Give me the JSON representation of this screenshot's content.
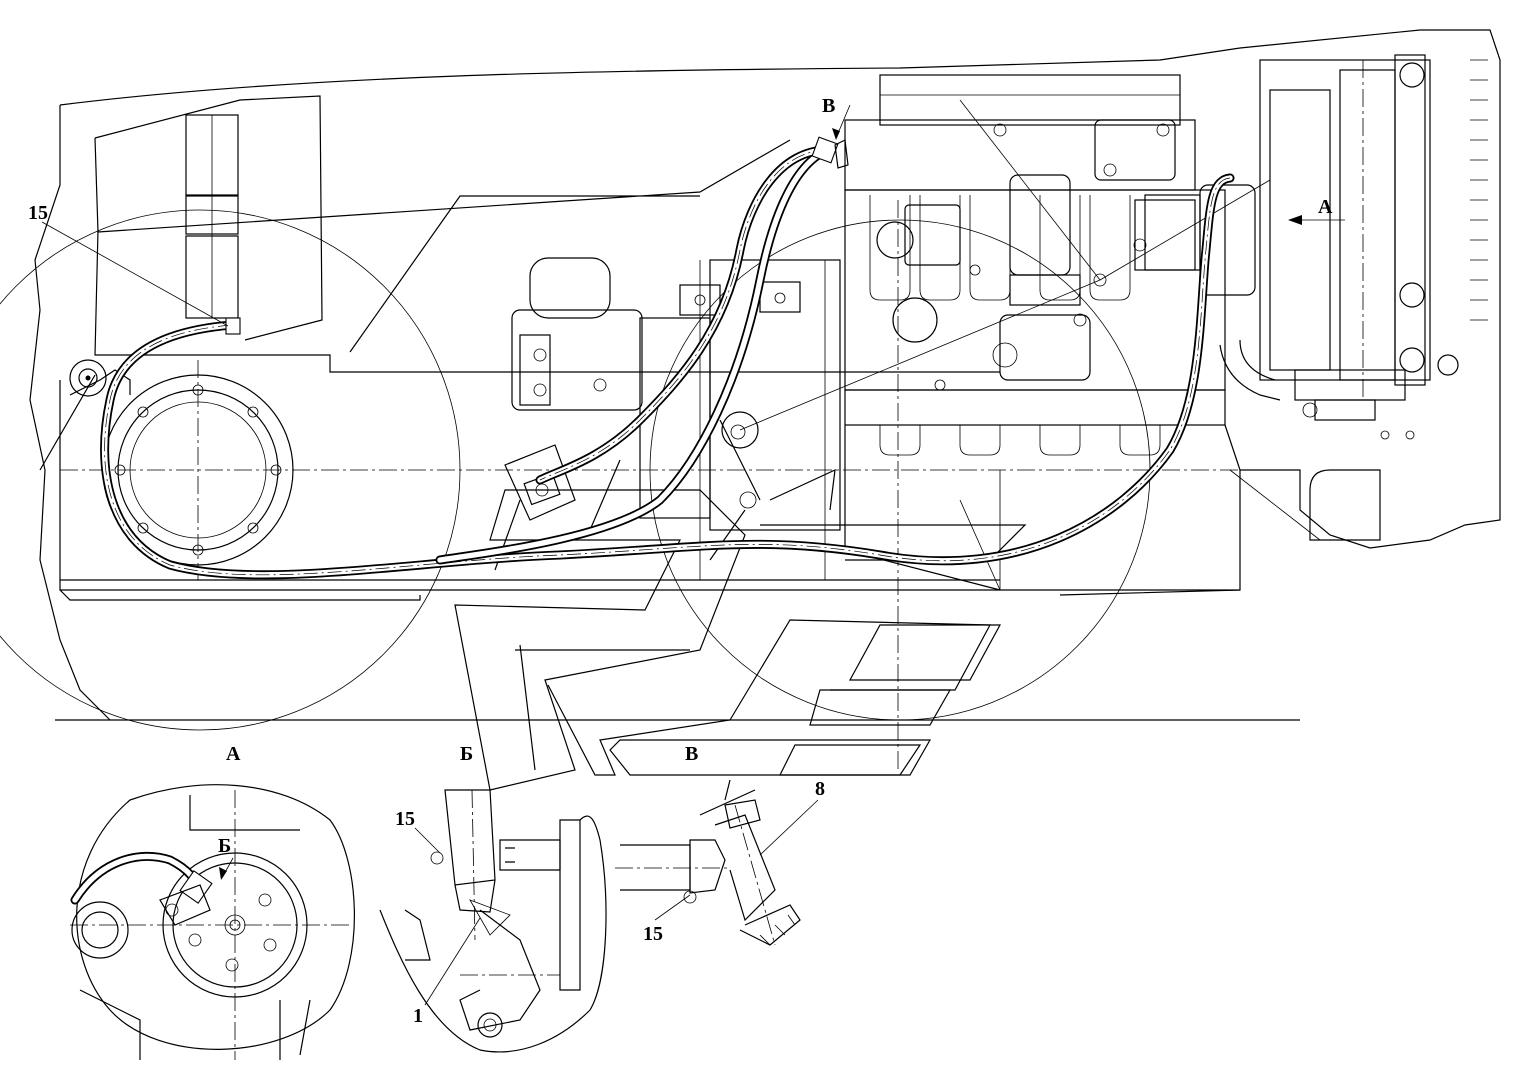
{
  "labels": {
    "callout_15_main": "15",
    "arrow_v": "В",
    "arrow_a": "А",
    "view_a_title": "А",
    "view_b_title": "Б",
    "view_v_title": "В",
    "view_a_arrow_b": "Б",
    "view_b_15": "15",
    "view_b_1": "1",
    "view_v_8": "8",
    "view_v_15": "15"
  }
}
